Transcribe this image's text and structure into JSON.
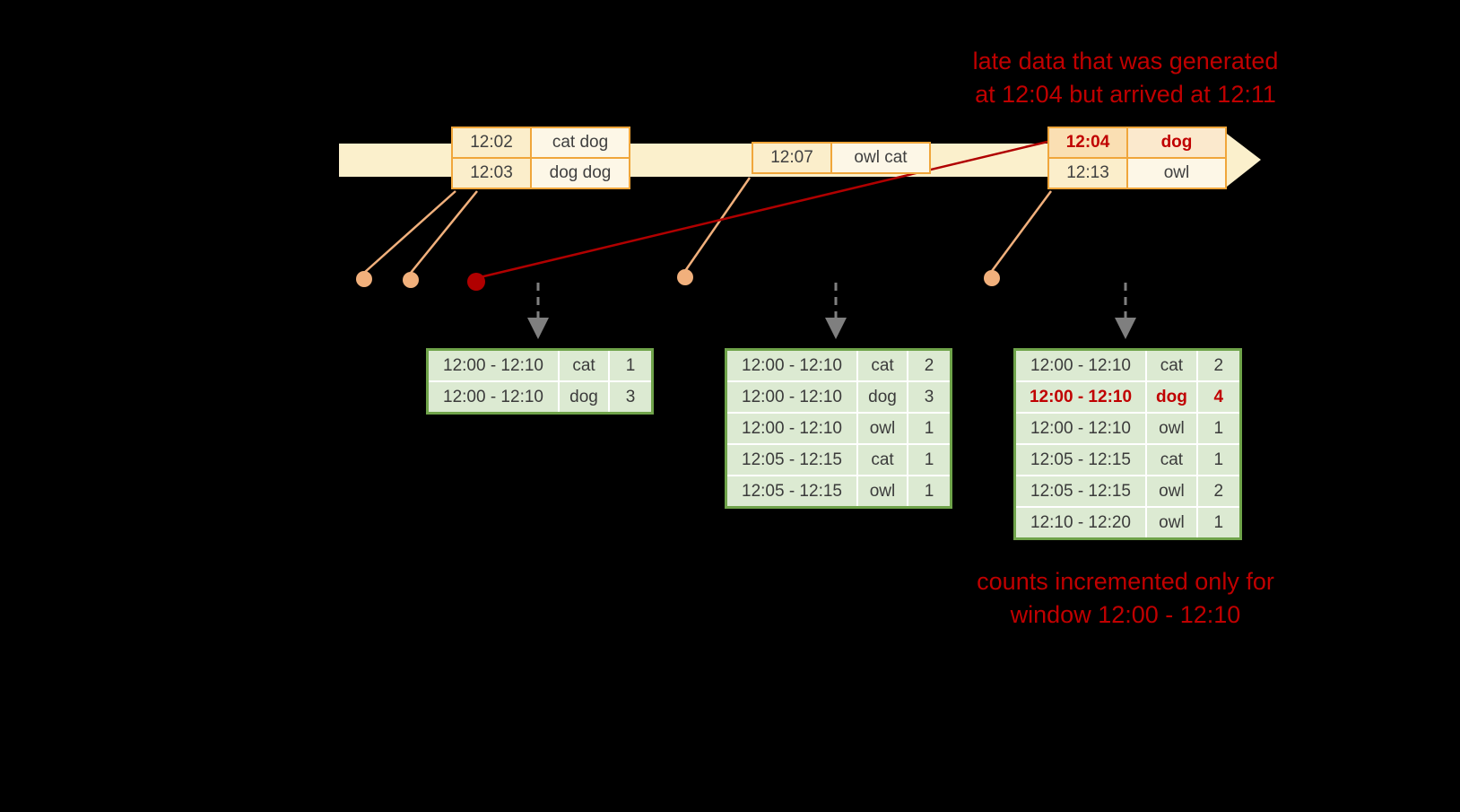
{
  "colors": {
    "background": "#000000",
    "timeline_fill": "#fbf0cc",
    "event_border": "#f0a63b",
    "event_time_fill": "#fbeecb",
    "event_words_fill": "#fdf7e7",
    "late_red": "#c00000",
    "dot_orange": "#f1b07c",
    "result_border": "#6fa34a",
    "result_cell_fill": "#dcead2",
    "trigger_arrow_gray": "#7f7f7f"
  },
  "annotations": {
    "late_data": {
      "line1": "late data that was generated",
      "line2": "at 12:04 but arrived at 12:11"
    },
    "counts": {
      "line1": "counts incremented only for",
      "line2": "window 12:00 - 12:10"
    }
  },
  "event_groups": [
    {
      "rows": [
        {
          "time": "12:02",
          "words": "cat dog"
        },
        {
          "time": "12:03",
          "words": "dog dog"
        }
      ]
    },
    {
      "rows": [
        {
          "time": "12:07",
          "words": "owl cat"
        }
      ]
    },
    {
      "rows": [
        {
          "time": "12:04",
          "words": "dog",
          "highlight": true
        },
        {
          "time": "12:13",
          "words": "owl"
        }
      ]
    }
  ],
  "result_tables": [
    {
      "rows": [
        {
          "window": "12:00 - 12:10",
          "word": "cat",
          "count": "1"
        },
        {
          "window": "12:00 - 12:10",
          "word": "dog",
          "count": "3"
        }
      ]
    },
    {
      "rows": [
        {
          "window": "12:00 - 12:10",
          "word": "cat",
          "count": "2"
        },
        {
          "window": "12:00 - 12:10",
          "word": "dog",
          "count": "3"
        },
        {
          "window": "12:00 - 12:10",
          "word": "owl",
          "count": "1"
        },
        {
          "window": "12:05 - 12:15",
          "word": "cat",
          "count": "1"
        },
        {
          "window": "12:05 - 12:15",
          "word": "owl",
          "count": "1"
        }
      ]
    },
    {
      "rows": [
        {
          "window": "12:00 - 12:10",
          "word": "cat",
          "count": "2"
        },
        {
          "window": "12:00 - 12:10",
          "word": "dog",
          "count": "4",
          "highlight": true
        },
        {
          "window": "12:00 - 12:10",
          "word": "owl",
          "count": "1"
        },
        {
          "window": "12:05 - 12:15",
          "word": "cat",
          "count": "1"
        },
        {
          "window": "12:05 - 12:15",
          "word": "owl",
          "count": "2"
        },
        {
          "window": "12:10 - 12:20",
          "word": "owl",
          "count": "1"
        }
      ]
    }
  ]
}
